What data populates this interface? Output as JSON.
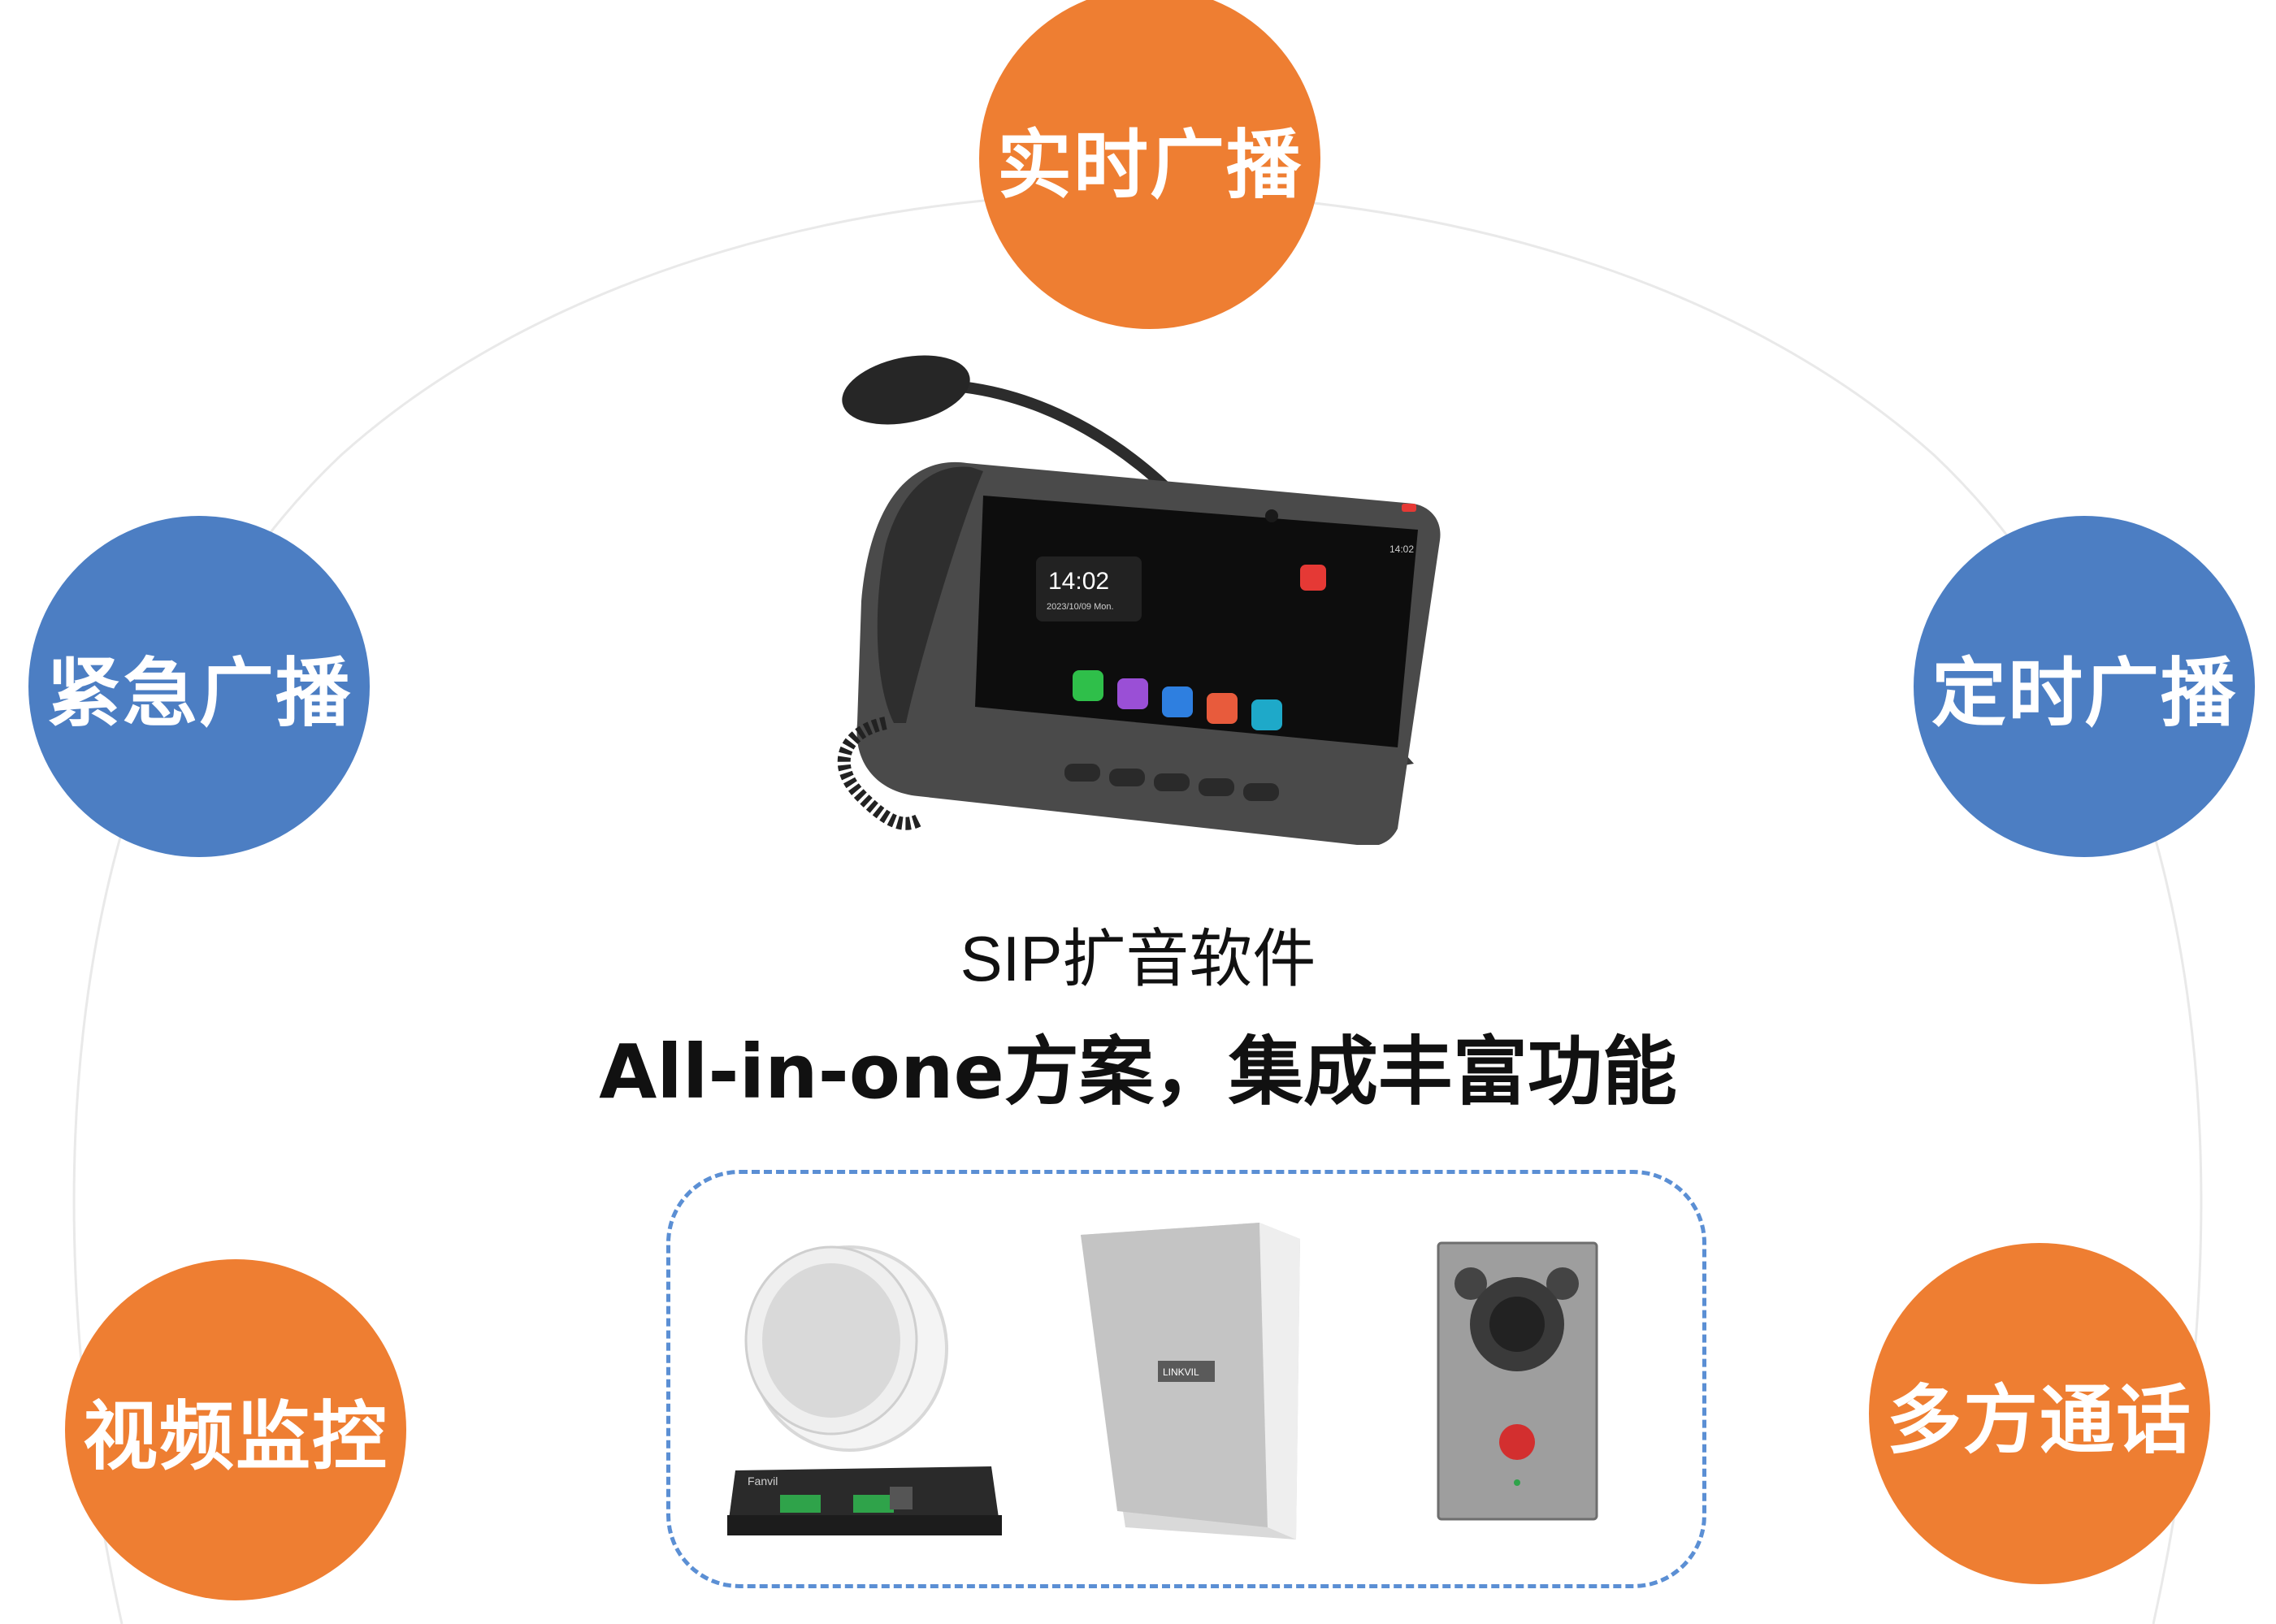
{
  "features": {
    "top": "实时广播",
    "left": "紧急广播",
    "right": "定时广播",
    "bottom_left": "视频监控",
    "bottom_right": "多方通话"
  },
  "caption": {
    "line1": "SIP扩音软件",
    "line2": "All-in-one方案，集成丰富功能"
  },
  "phone_screen": {
    "time": "14:02",
    "date": "2023/10/09 Mon.",
    "status_time": "14:02"
  },
  "devices": {
    "speaker_brand": "LINKVIL",
    "amp_brand": "Fanvil"
  },
  "colors": {
    "orange": "#ee7e32",
    "blue": "#4c7ec3",
    "dash": "#5b8fd4"
  }
}
